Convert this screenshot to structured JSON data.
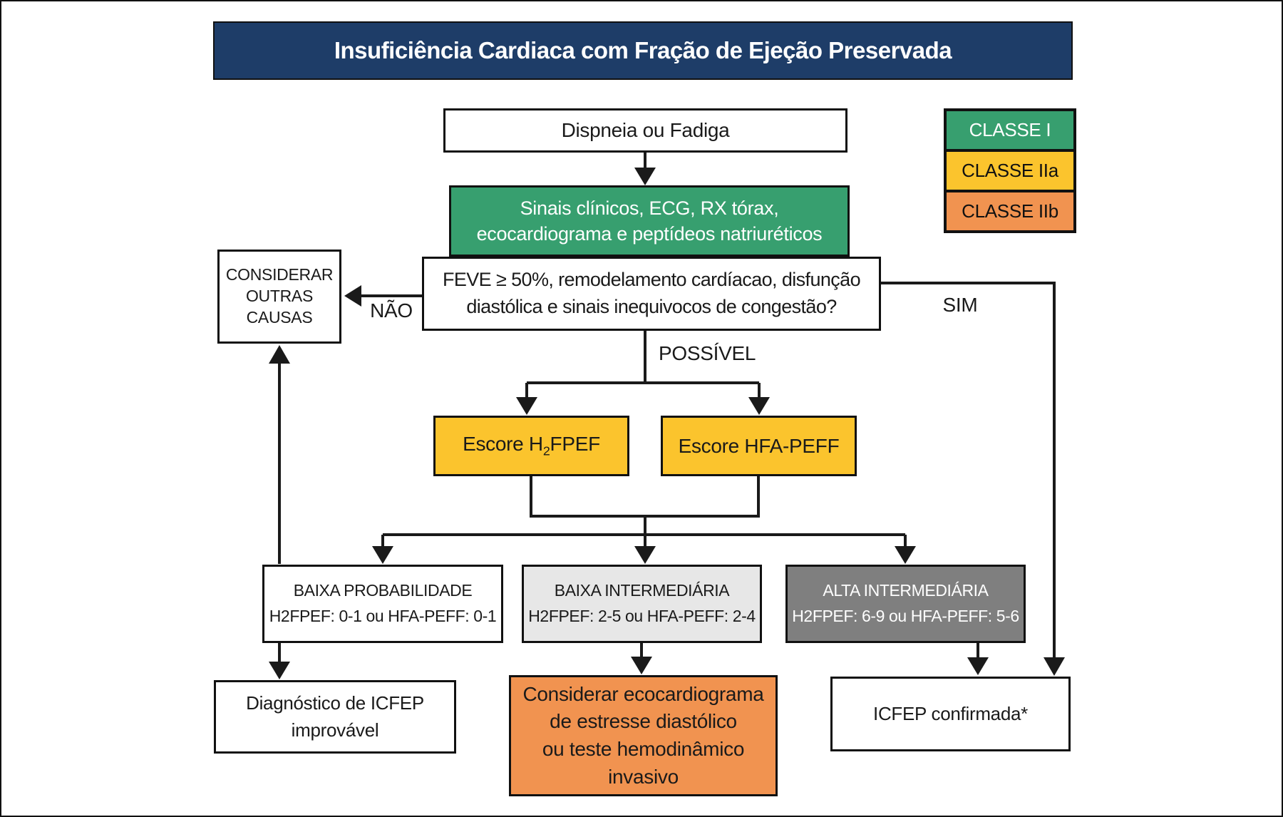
{
  "title": "Insuficiência Cardiaca com Fração de Ejeção Preservada",
  "legend": {
    "items": [
      {
        "label": "CLASSE I",
        "color": "#379f6f",
        "text_color": "#ffffff"
      },
      {
        "label": "CLASSE IIa",
        "color": "#fbc42d",
        "text_color": "#111111"
      },
      {
        "label": "CLASSE IIb",
        "color": "#f19350",
        "text_color": "#111111"
      }
    ]
  },
  "nodes": {
    "dispneia": {
      "text": "Dispneia ou Fadiga"
    },
    "sinais": {
      "lines": [
        "Sinais clínicos, ECG, RX tórax,",
        "ecocardiograma e peptídeos natriuréticos"
      ]
    },
    "feve": {
      "lines": [
        "FEVE ≥ 50%, remodelamento cardíacao, disfunção",
        "diastólica e sinais inequivocos de congestão?"
      ]
    },
    "considerar_outras": {
      "lines": [
        "CONSIDERAR",
        "OUTRAS",
        "CAUSAS"
      ]
    },
    "escore_h2fpef": {
      "pre": "Escore H",
      "sub": "2",
      "post": "FPEF"
    },
    "escore_hfa": {
      "text": "Escore HFA-PEFF"
    },
    "baixa_probabilidade": {
      "lines": [
        "BAIXA PROBABILIDADE",
        "H2FPEF: 0-1 ou HFA-PEFF: 0-1"
      ]
    },
    "baixa_intermediaria": {
      "lines": [
        "BAIXA INTERMEDIÁRIA",
        "H2FPEF: 2-5 ou HFA-PEFF: 2-4"
      ]
    },
    "alta_intermediaria": {
      "lines": [
        "ALTA INTERMEDIÁRIA",
        "H2FPEF: 6-9 ou HFA-PEFF: 5-6"
      ]
    },
    "diagnostico_improvavel": {
      "lines": [
        "Diagnóstico de ICFEP",
        "improvável"
      ]
    },
    "considerar_eco": {
      "lines": [
        "Considerar ecocardiograma",
        "de estresse diastólico",
        "ou teste hemodinâmico",
        "invasivo"
      ]
    },
    "icfep_confirmada": {
      "text": "ICFEP confirmada*"
    }
  },
  "edge_labels": {
    "nao": "NÃO",
    "sim": "SIM",
    "possivel": "POSSÍVEL"
  },
  "colors": {
    "title_bg": "#1e3d68",
    "classe_i_green": "#379f6f",
    "classe_iia_yellow": "#fbc42d",
    "classe_iib_orange": "#f19350",
    "light_gray": "#e7e7e7",
    "dark_gray": "#7f7f7f",
    "line": "#1a1a1a"
  }
}
